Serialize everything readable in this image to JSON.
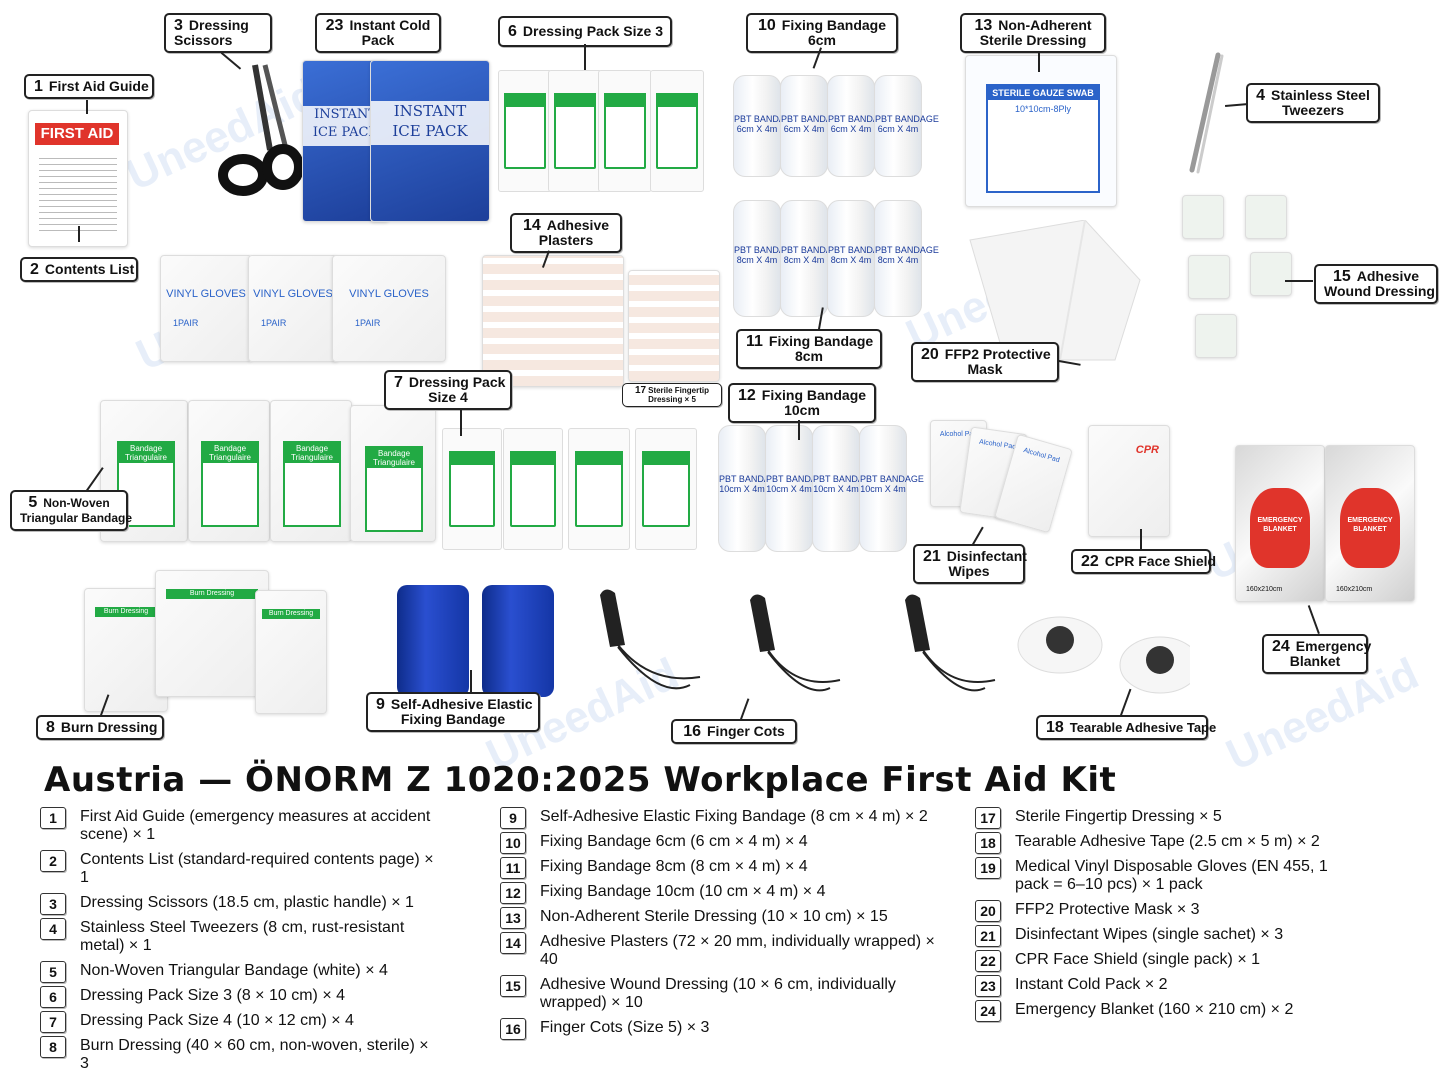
{
  "brand": {
    "watermark": "UneedAid",
    "accent": "#2b63c9",
    "green": "#22aa44",
    "red": "#e0342b"
  },
  "callouts": [
    {
      "id": 1,
      "label": "First Aid Guide"
    },
    {
      "id": 2,
      "label": "Contents List"
    },
    {
      "id": 3,
      "label": "Dressing\nScissors"
    },
    {
      "id": 4,
      "label": "Stainless Steel\nTweezers"
    },
    {
      "id": 5,
      "label": "Non-Woven\nTriangular Bandage"
    },
    {
      "id": 6,
      "label": "Dressing Pack Size 3"
    },
    {
      "id": 7,
      "label": "Dressing Pack\nSize 4"
    },
    {
      "id": 8,
      "label": "Burn Dressing"
    },
    {
      "id": 9,
      "label": "Self-Adhesive Elastic\nFixing Bandage"
    },
    {
      "id": 10,
      "label": "Fixing Bandage\n6cm"
    },
    {
      "id": 11,
      "label": "Fixing Bandage\n8cm"
    },
    {
      "id": 12,
      "label": "Fixing Bandage\n10cm"
    },
    {
      "id": 13,
      "label": "Non-Adherent\nSterile Dressing"
    },
    {
      "id": 14,
      "label": "Adhesive\nPlasters"
    },
    {
      "id": 15,
      "label": "Adhesive\nWound Dressing"
    },
    {
      "id": 16,
      "label": "Finger Cots"
    },
    {
      "id": 17,
      "label": "Sterile Fingertip\nDressing × 5"
    },
    {
      "id": 18,
      "label": "Tearable Adhesive Tape"
    },
    {
      "id": 20,
      "label": "FFP2 Protective\nMask"
    },
    {
      "id": 21,
      "label": "Disinfectant\nWipes"
    },
    {
      "id": 22,
      "label": "CPR Face Shield"
    },
    {
      "id": 23,
      "label": "Instant Cold\nPack"
    },
    {
      "id": 24,
      "label": "Emergency\nBlanket"
    }
  ],
  "product_text": {
    "first_aid": "FIRST AID",
    "ice_pack": "INSTANT\nICE PACK",
    "vinyl_gloves": "VINYL GLOVES",
    "one_pair": "1PAIR",
    "bandage_6": "PBT BANDAGE\n6cm X 4m",
    "bandage_8": "PBT BANDAGE\n8cm X 4m",
    "bandage_10": "PBT BANDAGE\n10cm X 4m",
    "gauze": "STERILE GAUZE SWAB",
    "gauze_size": "10*10cm-8Ply",
    "triangular": "Bandage\nTriangulaire",
    "burn": "Burn Dressing",
    "alcohol": "Alcohol Pad",
    "cpr": "CPR",
    "blanket": "EMERGENCY\nBLANKET",
    "blanket_size": "160x210cm"
  },
  "title": "Austria — ÖNORM Z 1020:2025 Workplace First Aid Kit",
  "list": [
    [
      {
        "n": "1",
        "text": "First Aid Guide (emergency measures at accident scene) × 1"
      },
      {
        "n": "2",
        "text": "Contents List (standard-required contents page) × 1"
      },
      {
        "n": "3",
        "text": "Dressing Scissors (18.5 cm, plastic handle) × 1"
      },
      {
        "n": "4",
        "text": "Stainless Steel Tweezers (8 cm, rust-resistant metal) × 1"
      },
      {
        "n": "5",
        "text": "Non-Woven Triangular Bandage (white) × 4"
      },
      {
        "n": "6",
        "text": "Dressing Pack Size 3 (8 × 10 cm) × 4"
      },
      {
        "n": "7",
        "text": "Dressing Pack Size 4 (10 × 12 cm) × 4"
      },
      {
        "n": "8",
        "text": "Burn Dressing (40 × 60 cm, non-woven, sterile) × 3"
      }
    ],
    [
      {
        "n": "9",
        "text": "Self-Adhesive Elastic Fixing Bandage (8 cm × 4 m) × 2"
      },
      {
        "n": "10",
        "text": "Fixing Bandage 6cm (6 cm × 4 m) × 4"
      },
      {
        "n": "11",
        "text": "Fixing Bandage 8cm (8 cm × 4 m) × 4"
      },
      {
        "n": "12",
        "text": "Fixing Bandage 10cm (10 cm × 4 m) × 4"
      },
      {
        "n": "13",
        "text": "Non-Adherent Sterile Dressing (10 × 10 cm) × 15"
      },
      {
        "n": "14",
        "text": "Adhesive Plasters (72 × 20 mm, individually wrapped) × 40"
      },
      {
        "n": "15",
        "text": "Adhesive Wound Dressing (10 × 6 cm, individually wrapped) × 10"
      },
      {
        "n": "16",
        "text": "Finger Cots (Size 5) × 3"
      }
    ],
    [
      {
        "n": "17",
        "text": "Sterile Fingertip Dressing × 5"
      },
      {
        "n": "18",
        "text": "Tearable Adhesive Tape (2.5 cm × 5 m) × 2"
      },
      {
        "n": "19",
        "text": "Medical Vinyl Disposable Gloves (EN 455, 1 pack = 6–10 pcs) × 1 pack"
      },
      {
        "n": "20",
        "text": "FFP2 Protective Mask × 3"
      },
      {
        "n": "21",
        "text": "Disinfectant Wipes (single sachet) × 3"
      },
      {
        "n": "22",
        "text": "CPR Face Shield (single pack) × 1"
      },
      {
        "n": "23",
        "text": "Instant Cold Pack × 2"
      },
      {
        "n": "24",
        "text": "Emergency Blanket (160 × 210 cm) × 2"
      }
    ]
  ]
}
